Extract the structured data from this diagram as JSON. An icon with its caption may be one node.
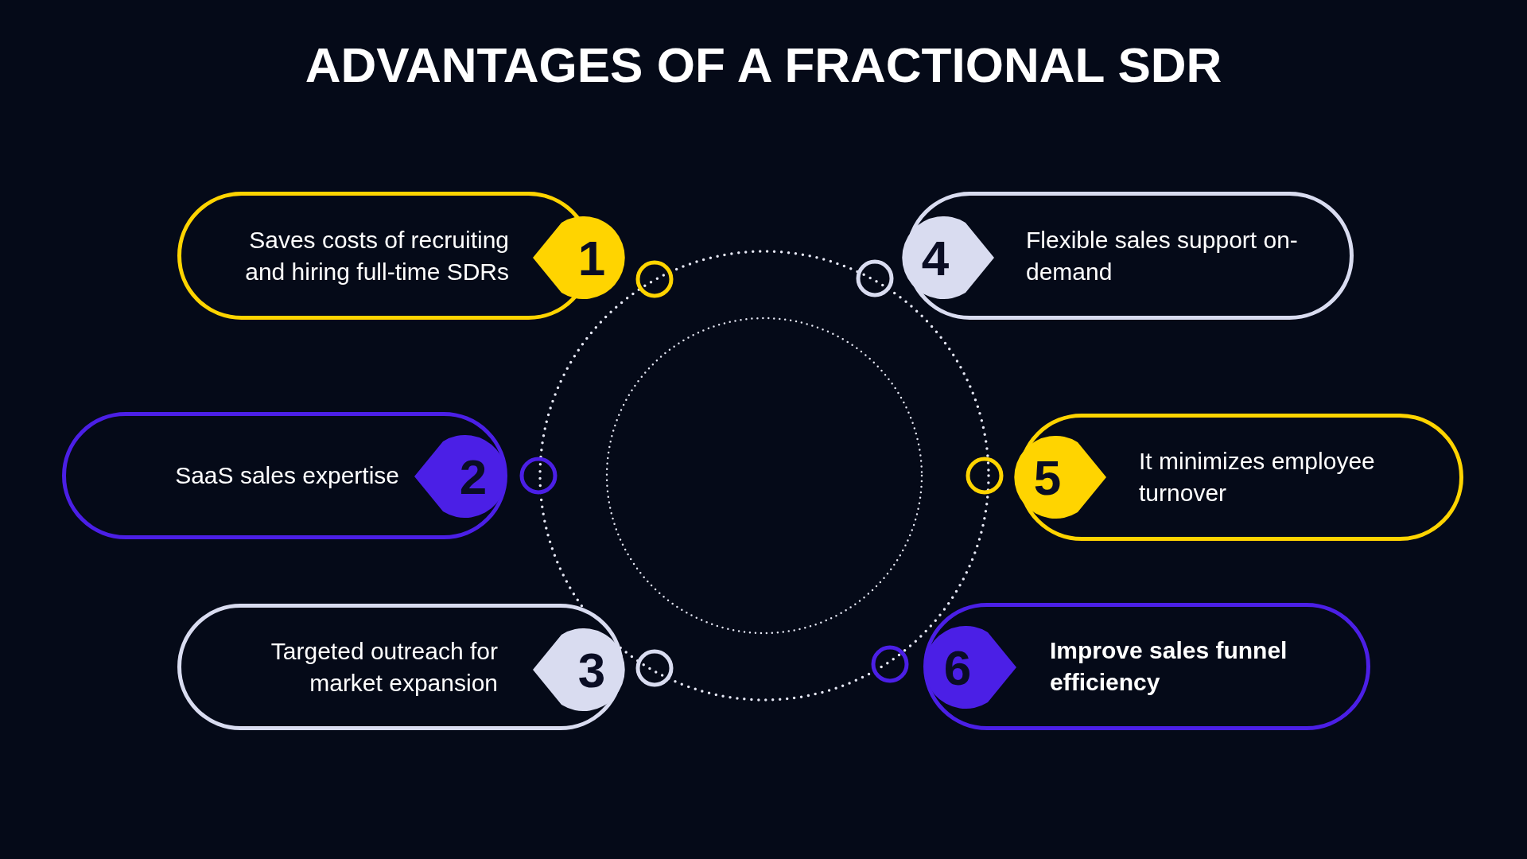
{
  "diagram": {
    "title": "ADVANTAGES OF A FRACTIONAL SDR",
    "nodes": [
      {
        "text": [
          "Saves costs of recruiting and hiring full-time SDRs",
          "1"
        ]
      },
      {
        "text": [
          "SaaS sales expertise",
          "2"
        ]
      },
      {
        "text": [
          "Targeted outreach for market expansion",
          "3"
        ]
      },
      {
        "text": [
          "4",
          "Flexible sales support on-demand"
        ]
      },
      {
        "text": [
          "5",
          "It minimizes employee turnover"
        ]
      },
      {
        "text": [
          "6",
          "Improve sales funnel efficiency"
        ]
      }
    ],
    "edges": []
  }
}
